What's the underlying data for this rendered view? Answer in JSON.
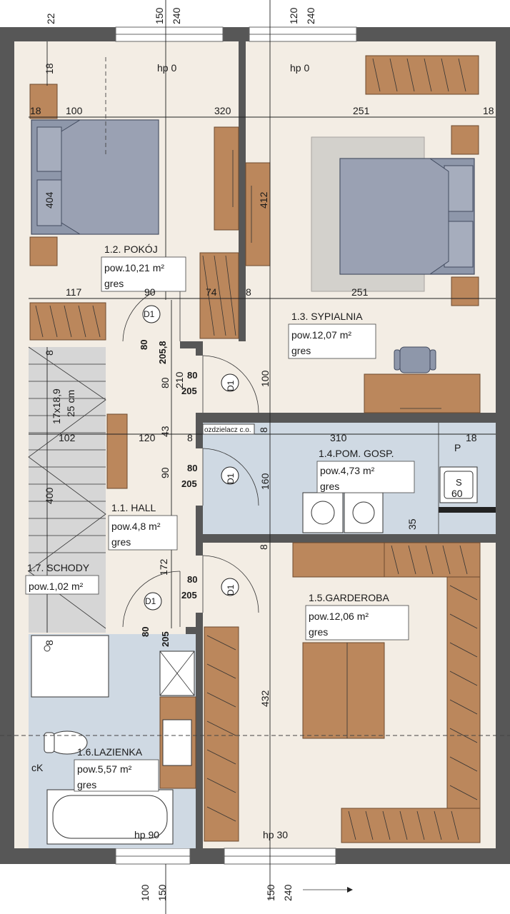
{
  "rooms": [
    {
      "name": "1.2. POKÓJ",
      "area": "pow.10,21 m²",
      "finish": "gres"
    },
    {
      "name": "1.3. SYPIALNIA",
      "area": "pow.12,07 m²",
      "finish": "gres"
    },
    {
      "name": "1.4.POM. GOSP.",
      "area": "pow.4,73 m²",
      "finish": "gres"
    },
    {
      "name": "1.1. HALL",
      "area": "pow.4,8 m²",
      "finish": "gres"
    },
    {
      "name": "1.7. SCHODY",
      "area": "pow.1,02 m²"
    },
    {
      "name": "1.5.GARDEROBA",
      "area": "pow.12,06 m²",
      "finish": "gres"
    },
    {
      "name": "1.6.LAZIENKA",
      "area": "pow.5,57 m²",
      "finish": "gres"
    }
  ],
  "doors": {
    "tag": "D1",
    "width": "80",
    "height": "205",
    "height_alt": "205,8"
  },
  "sill_heights": {
    "top_left": "hp 0",
    "top_right": "hp 0",
    "bottom_left": "hp 90",
    "bottom_right": "hp 30"
  },
  "top_dims": {
    "a": "22",
    "b": "150",
    "c": "240",
    "d": "120",
    "e": "240"
  },
  "bottom_dims": {
    "a": "100",
    "b": "150",
    "c": "150",
    "d": "240"
  },
  "dims": {
    "d18a": "18",
    "d100": "100",
    "d320": "320",
    "d251a": "251",
    "d18b": "18",
    "d404": "404",
    "d412": "412",
    "d117": "117",
    "d90a": "90",
    "d74": "74",
    "d8a": "8",
    "d251b": "251",
    "d8b": "8",
    "d210a": "210",
    "d80a": "80",
    "d100b": "100",
    "d43": "43",
    "d102": "102",
    "d120": "120",
    "d8c": "8",
    "d8d": "8",
    "d310": "310",
    "d18c": "18",
    "d400": "400",
    "d90b": "90",
    "d160": "160",
    "d35": "35",
    "d60": "60",
    "d8e": "8",
    "d172": "172",
    "d432": "432",
    "d18d": "18",
    "d8f": "8"
  },
  "stairs_spec": {
    "steps": "17x18,9",
    "tread": "25 cm"
  },
  "markers": {
    "p": "P",
    "s": "S",
    "ck": "cK",
    "chimney": "ozdzielacz c.o."
  }
}
